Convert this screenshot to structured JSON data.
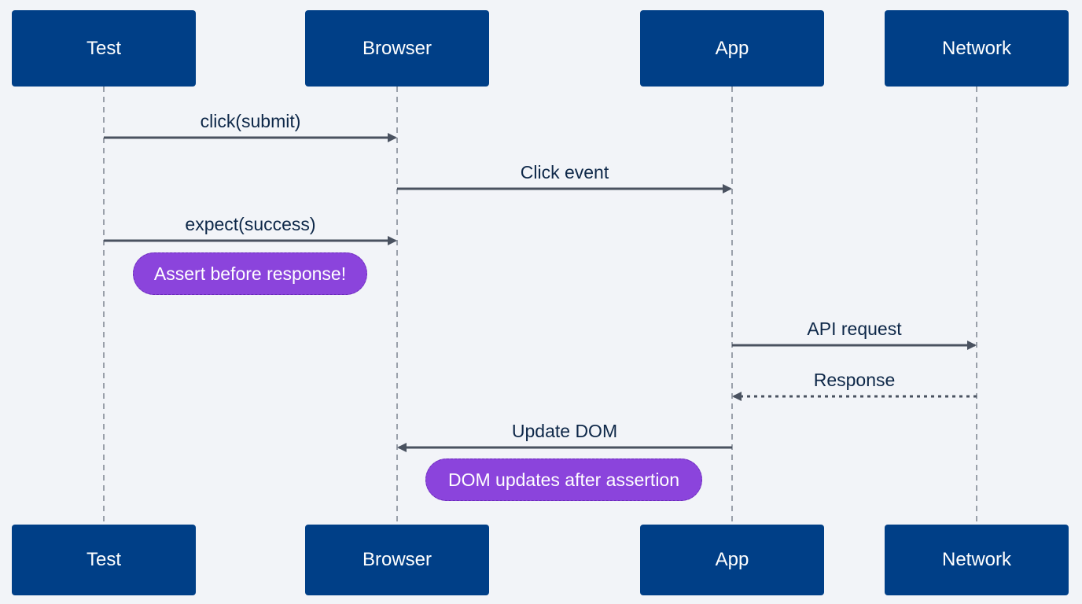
{
  "participants": [
    "Test",
    "Browser",
    "App",
    "Network"
  ],
  "messages": [
    {
      "label": "click(submit)",
      "from": "Test",
      "to": "Browser",
      "style": "solid"
    },
    {
      "label": "Click event",
      "from": "Browser",
      "to": "App",
      "style": "solid"
    },
    {
      "label": "expect(success)",
      "from": "Test",
      "to": "Browser",
      "style": "solid"
    },
    {
      "label": "API request",
      "from": "App",
      "to": "Network",
      "style": "solid"
    },
    {
      "label": "Response",
      "from": "Network",
      "to": "App",
      "style": "dotted"
    },
    {
      "label": "Update DOM",
      "from": "App",
      "to": "Browser",
      "style": "solid"
    }
  ],
  "notes": [
    {
      "text": "Assert before response!"
    },
    {
      "text": "DOM updates after assertion"
    }
  ],
  "colors": {
    "participant_fill": "#003f87",
    "participant_text": "#ffffff",
    "arrow": "#4a5260",
    "lifeline": "#9aa0aa",
    "note_fill": "#8b44dc",
    "note_border": "#6a2bb8",
    "label_text": "#0d2748",
    "background": "#f2f4f8"
  }
}
